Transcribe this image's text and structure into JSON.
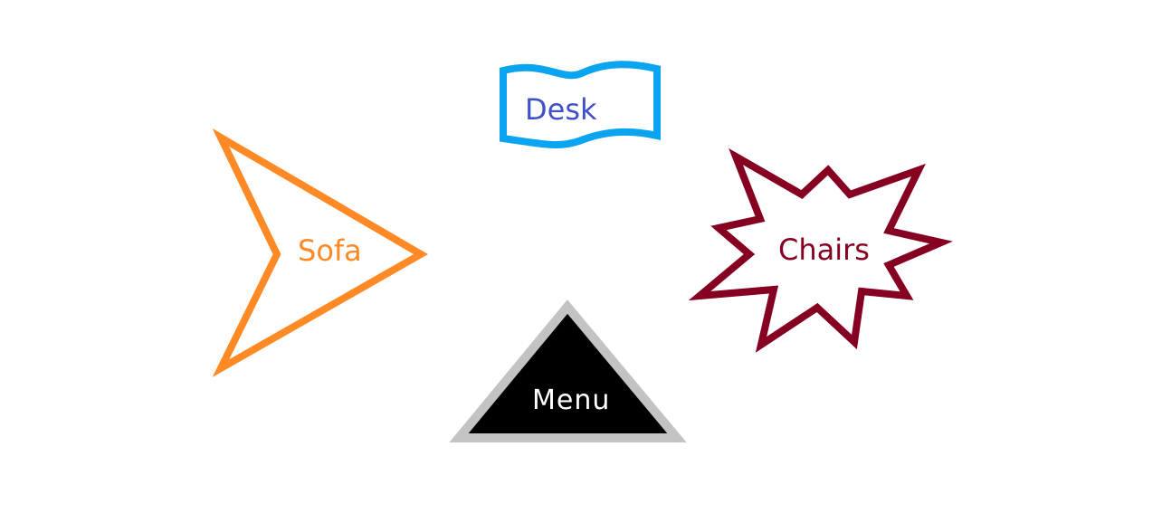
{
  "nodes": {
    "desk": {
      "label": "Desk",
      "shape": "wave-banner",
      "stroke_color": "#0aa4f0",
      "fill_color": "#ffffff",
      "text_color": "#4050c8"
    },
    "sofa": {
      "label": "Sofa",
      "shape": "arrowhead",
      "stroke_color": "#ff8a25",
      "fill_color": "#ffffff",
      "text_color": "#ff8a25"
    },
    "chairs": {
      "label": "Chairs",
      "shape": "explosion-star",
      "stroke_color": "#860021",
      "fill_color": "#ffffff",
      "text_color": "#860021"
    },
    "menu": {
      "label": "Menu",
      "shape": "triangle",
      "stroke_color": "#c3c3c3",
      "fill_color": "#000000",
      "text_color": "#ffffff"
    }
  }
}
